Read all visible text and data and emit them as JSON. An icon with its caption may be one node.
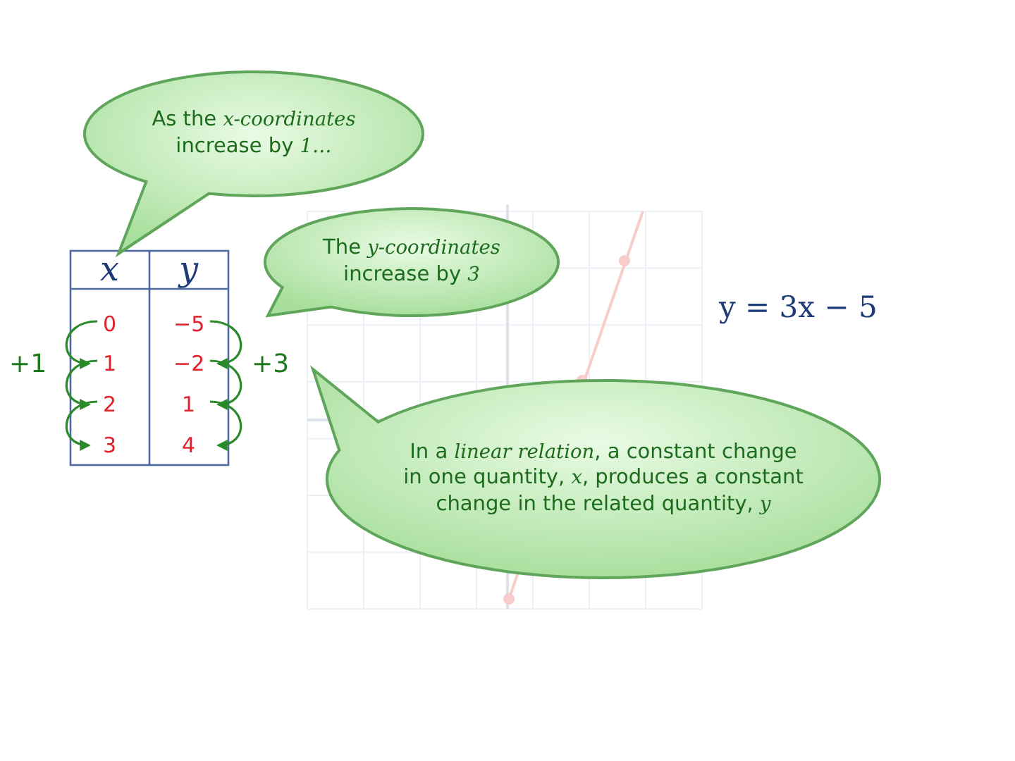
{
  "diagram": {
    "nodes": [
      {
        "text": [
          "As the *x-coordinates* increase by *1…*"
        ]
      },
      {
        "text": [
          "The *y-coordinates* increase by *3*"
        ]
      },
      {
        "text": [
          "In a *linear relation*, a constant change in one quantity, *x*, produces a constant change in the related quantity, *y*"
        ]
      }
    ],
    "labels": [
      "x",
      "y",
      "0",
      "−5",
      "1",
      "−2",
      "2",
      "1",
      "3",
      "4",
      "+1",
      "+3",
      "y = 3x − 5"
    ]
  }
}
